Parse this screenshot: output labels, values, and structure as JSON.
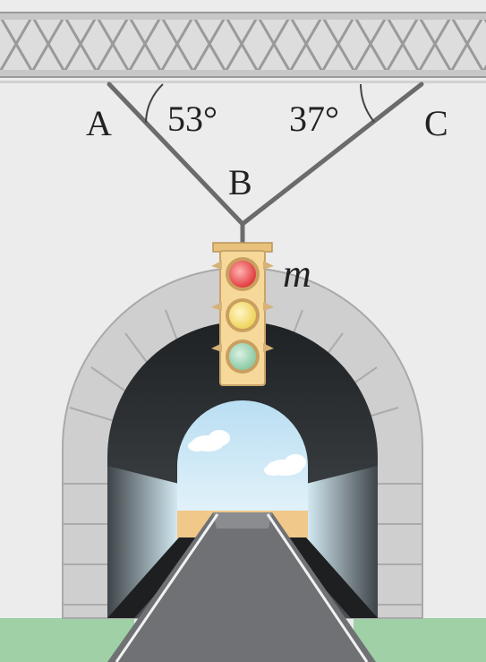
{
  "labels": {
    "point_a": "A",
    "point_b": "B",
    "point_c": "C",
    "angle_left": "53°",
    "angle_right": "37°",
    "mass": "m"
  },
  "colors": {
    "background": "#ececec",
    "beam": "#d8d8d8",
    "cable": "#6b6b6b",
    "traffic_light_housing": "#f6d99a",
    "light_red": "#e8474a",
    "light_yellow": "#f3e07a",
    "light_green": "#9fd3b4",
    "stone": "#cfcfcf",
    "tunnel_interior": "#2f3336",
    "sky": "#cfe8f5",
    "road": "#6f7174",
    "grass": "#9fd0a6"
  }
}
